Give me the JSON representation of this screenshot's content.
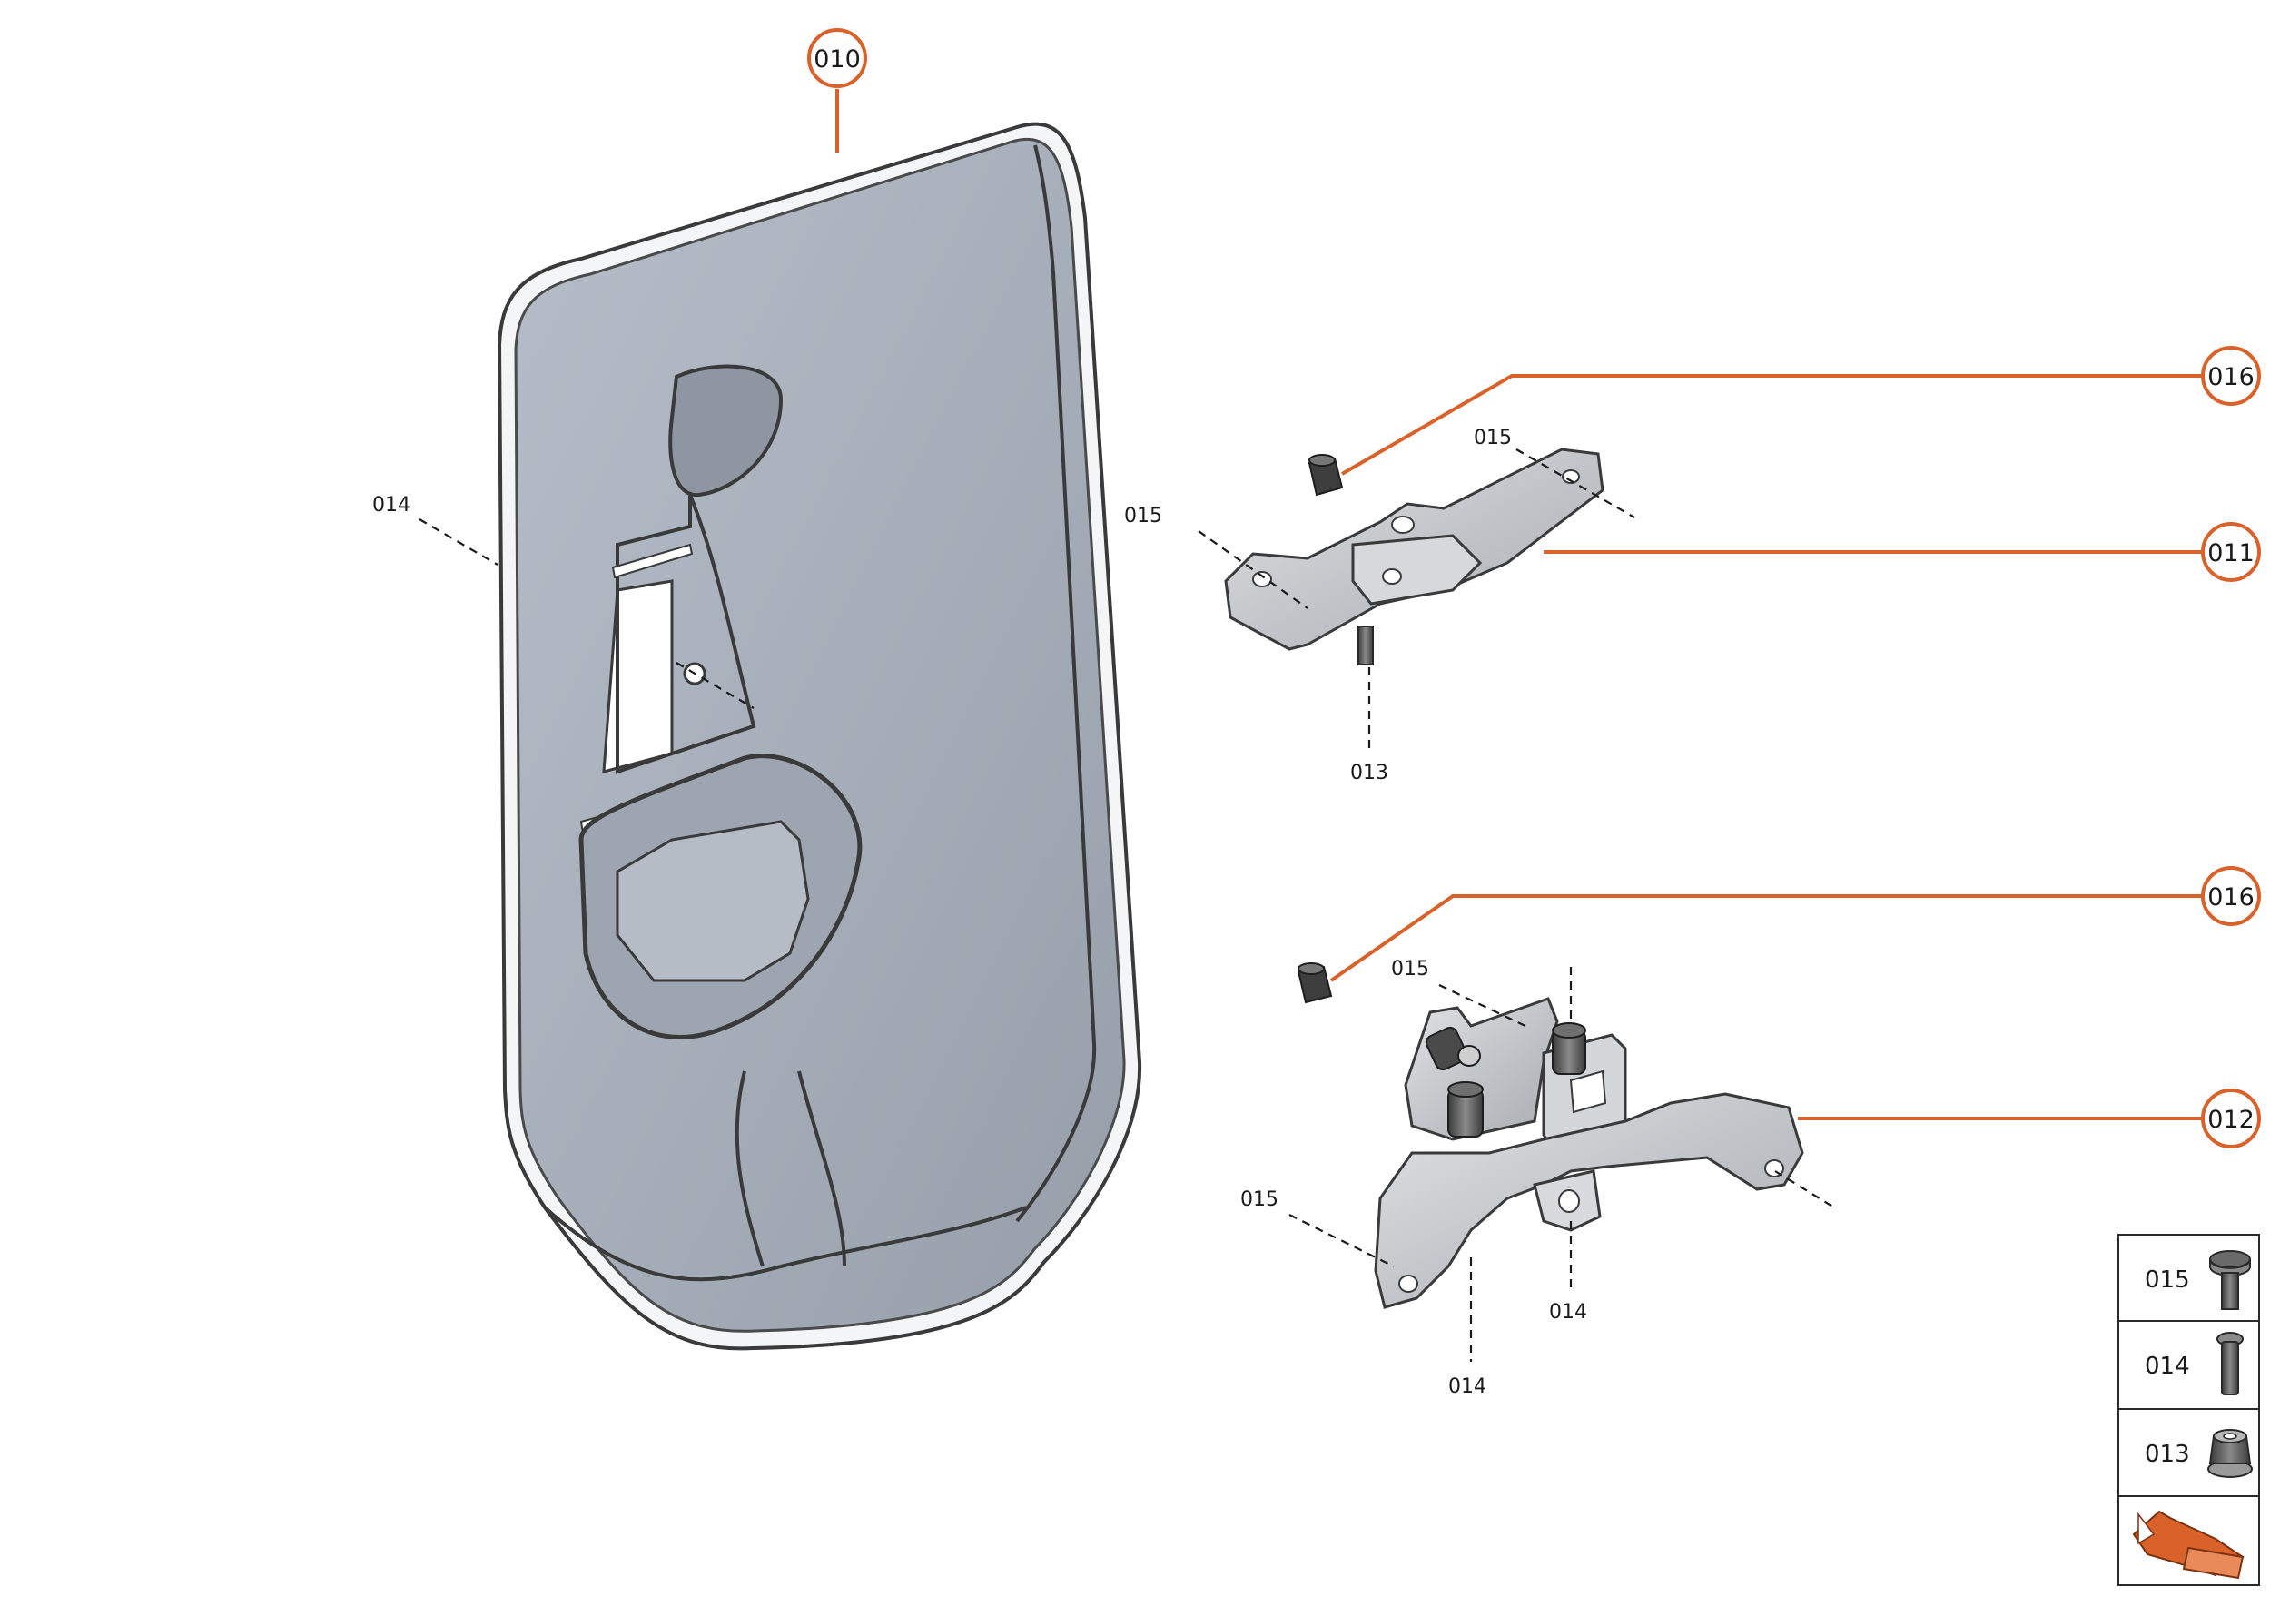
{
  "colors": {
    "accent": "#d9622b",
    "panel_fill": "#a9b1bc",
    "bracket_fill": "#c4c7cb",
    "outline": "#3a3a3a"
  },
  "callouts": {
    "c010": "010",
    "c016_top": "016",
    "c011": "011",
    "c016_bottom": "016",
    "c012": "012"
  },
  "labels": {
    "l014_left": "014",
    "l015_top_right": "015",
    "l015_top_left": "015",
    "l013": "013",
    "l015_mid": "015",
    "l015_bottom_left": "015",
    "l014_bottom_right": "014",
    "l014_bottom": "014"
  },
  "legend": {
    "items": [
      {
        "code": "015",
        "icon": "button-head-screw-icon"
      },
      {
        "code": "014",
        "icon": "bolt-icon"
      },
      {
        "code": "013",
        "icon": "flange-nut-icon"
      }
    ],
    "footer_icon": "orange-arrow-icon"
  }
}
